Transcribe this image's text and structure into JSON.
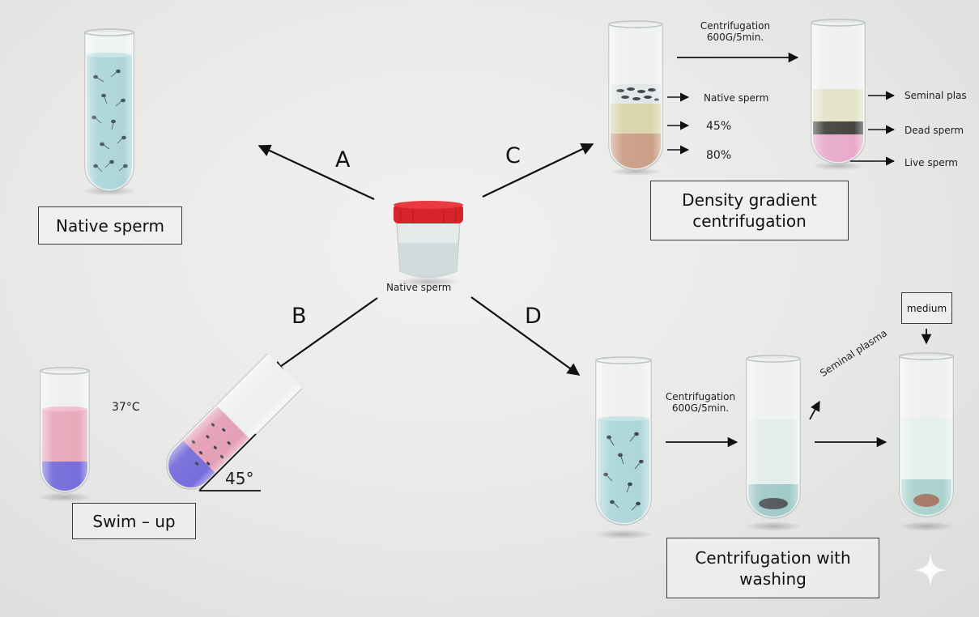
{
  "center": {
    "caption": "Native sperm"
  },
  "branch_a": {
    "letter": "A",
    "caption": "Native sperm"
  },
  "branch_b": {
    "letter": "B",
    "temperature": "37°C",
    "angle": "45°",
    "caption": "Swim – up"
  },
  "branch_c": {
    "letter": "C",
    "step": "Centrifugation\n600G/5min.",
    "layers_before": [
      "Native sperm",
      "45%",
      "80%"
    ],
    "layers_after": [
      "Seminal plas",
      "Dead sperm",
      "Live sperm"
    ],
    "caption": "Density gradient\ncentrifugation"
  },
  "branch_d": {
    "letter": "D",
    "step": "Centrifugation\n600G/5min.",
    "removed": "Seminal plasma",
    "added": "medium",
    "caption": "Centrifugation with\nwashing"
  },
  "colors": {
    "sperm_blue": "#a9d4d8",
    "pink_medium": "#e8a4b8",
    "violet_layer": "#6f66d8",
    "cap_red": "#d9232b"
  }
}
